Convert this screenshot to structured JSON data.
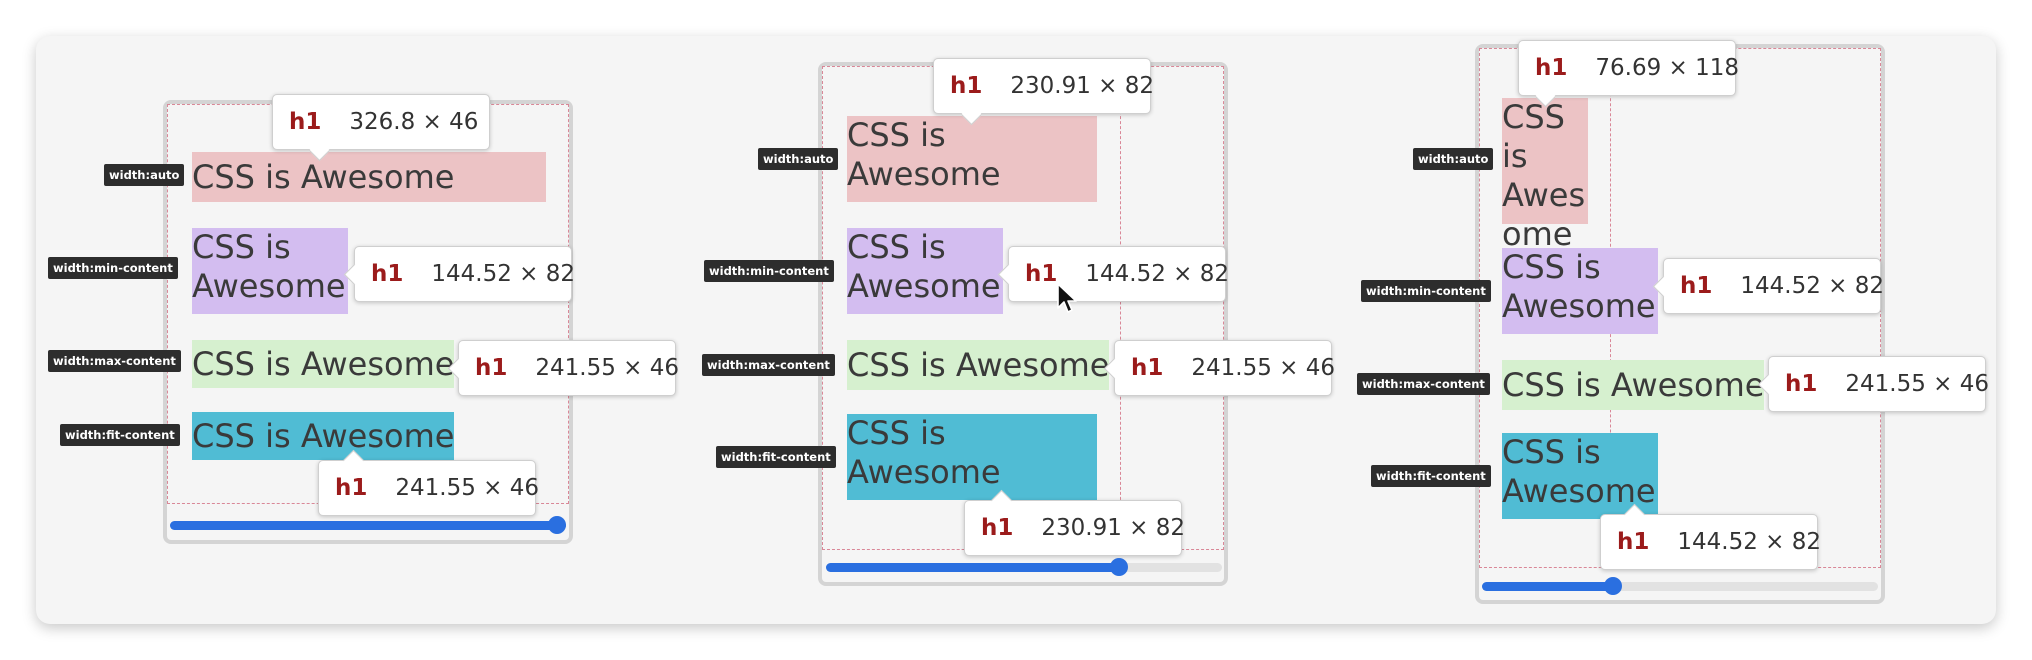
{
  "labels": {
    "auto": "width:auto",
    "min": "width:min-content",
    "max": "width:max-content",
    "fit": "width:fit-content"
  },
  "demo_text": "CSS is Awesome",
  "tag": "h1",
  "panels": [
    {
      "slider_value": 1.0,
      "tips": {
        "auto": "326.8 × 46",
        "min": "144.52 × 82",
        "max": "241.55 × 46",
        "fit": "241.55 × 46"
      }
    },
    {
      "slider_value": 0.74,
      "tips": {
        "auto": "230.91 × 82",
        "min": "144.52 × 82",
        "max": "241.55 × 46",
        "fit": "230.91 × 82"
      }
    },
    {
      "slider_value": 0.33,
      "tips": {
        "auto": "76.69 × 118",
        "min": "144.52 × 82",
        "max": "241.55 × 46",
        "fit": "144.52 × 82"
      }
    }
  ],
  "colors": {
    "auto": "#ecc3c5",
    "min": "#d3bdf0",
    "max": "#d6f0cf",
    "fit": "#50bcd4",
    "slider": "#2a6fe0"
  }
}
